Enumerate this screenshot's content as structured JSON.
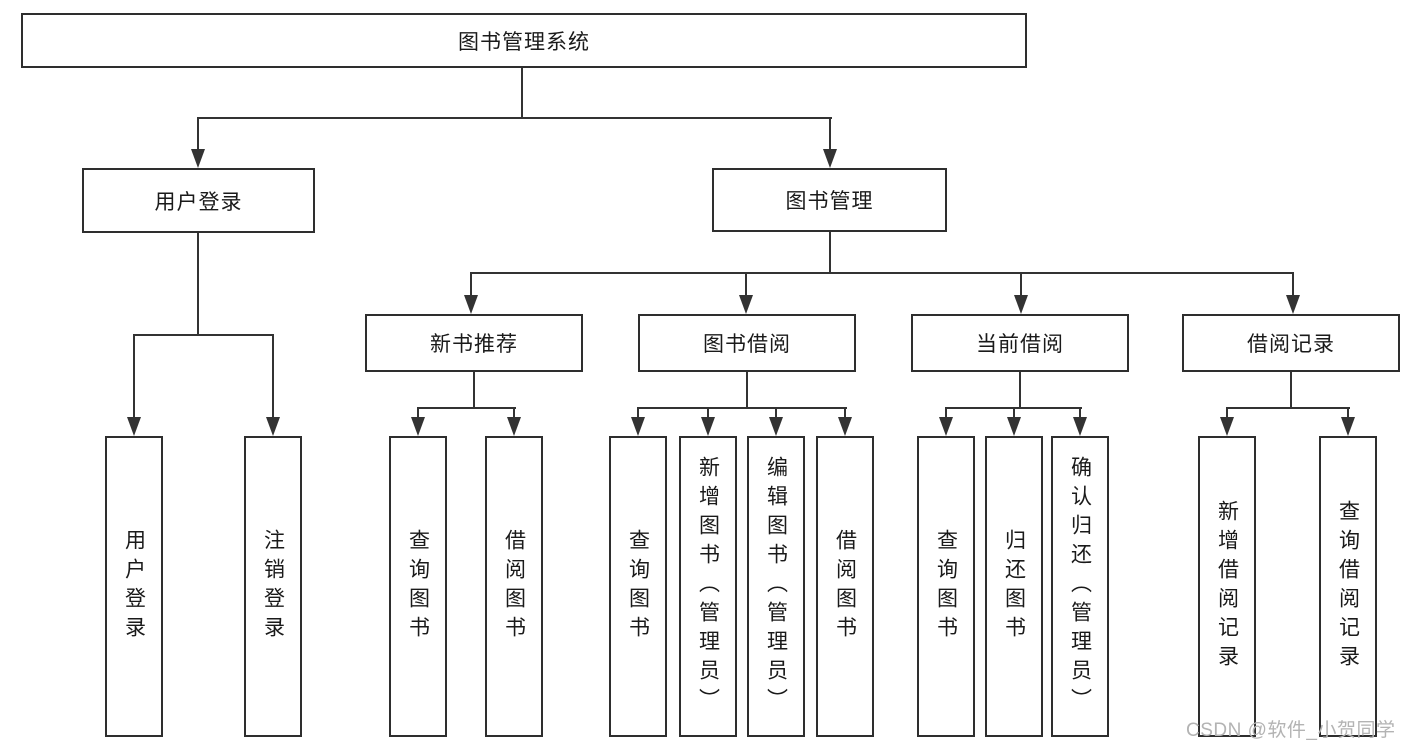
{
  "root_label": "图书管理系统",
  "level2": {
    "user_login": "用户登录",
    "book_management": "图书管理"
  },
  "user_login_children": [
    "用户登录",
    "注销登录"
  ],
  "book_groups": [
    {
      "label": "新书推荐",
      "children": [
        "查询图书",
        "借阅图书"
      ]
    },
    {
      "label": "图书借阅",
      "children": [
        "查询图书",
        "新增图书（管理员）",
        "编辑图书（管理员）",
        "借阅图书"
      ]
    },
    {
      "label": "当前借阅",
      "children": [
        "查询图书",
        "归还图书",
        "确认归还（管理员）"
      ]
    },
    {
      "label": "借阅记录",
      "children": [
        "新增借阅记录",
        "查询借阅记录"
      ]
    }
  ],
  "watermark": "CSDN @软件_小贺同学",
  "colors": {
    "line": "#333333",
    "border": "#2e2e2e",
    "text": "#1a1a1a",
    "watermark": "#b3b3b3",
    "background": "#ffffff"
  }
}
